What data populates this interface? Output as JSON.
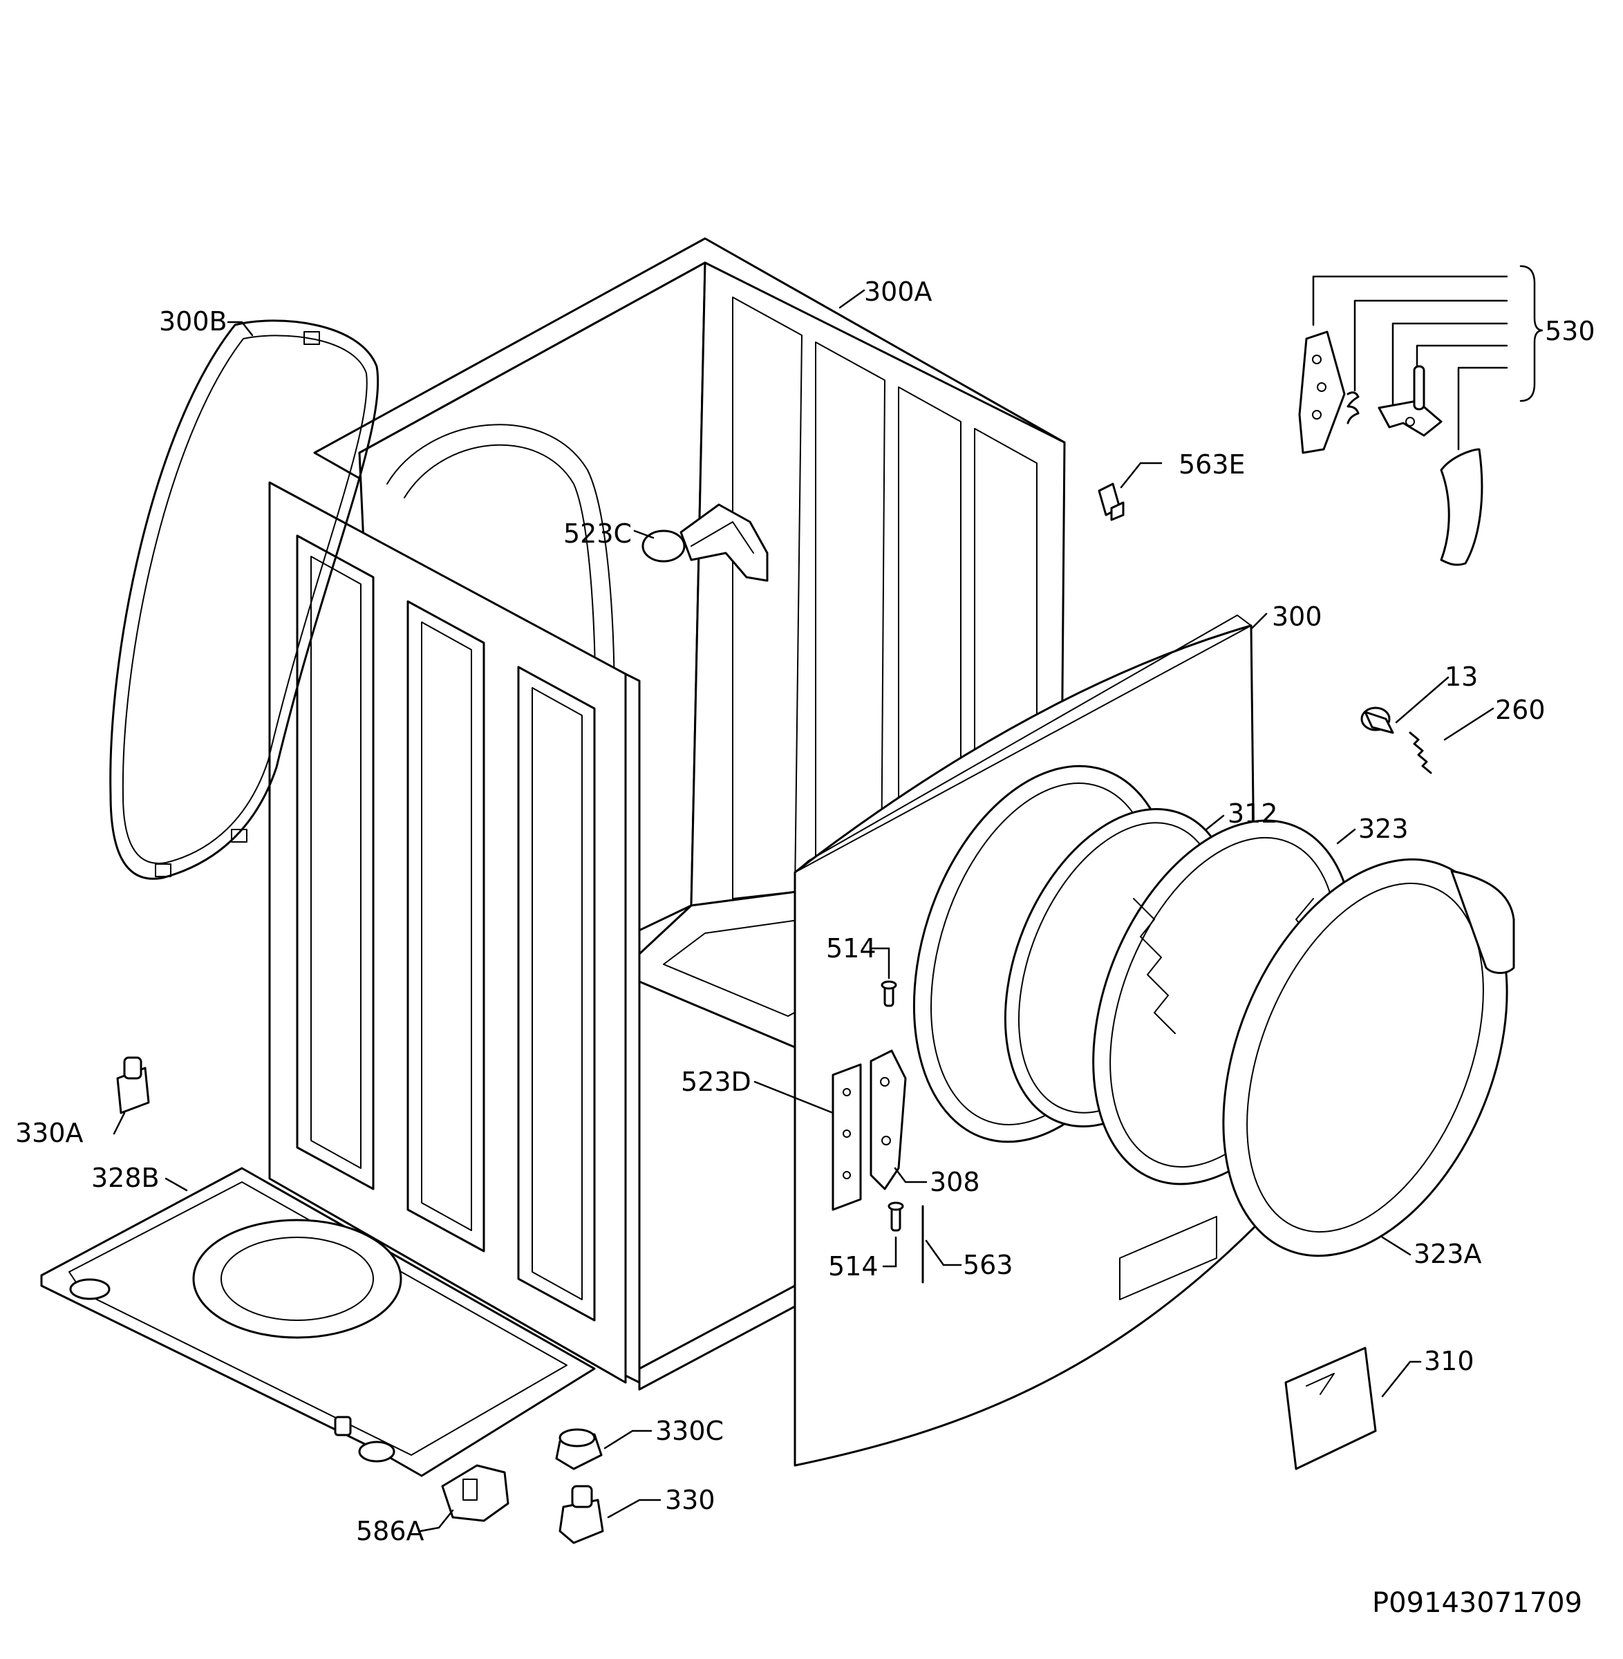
{
  "diagram": {
    "reference_code": "P09143071709",
    "callouts": {
      "c300B": "300B",
      "c300A": "300A",
      "c530": "530",
      "c563E": "563E",
      "c523C": "523C",
      "c300": "300",
      "c13": "13",
      "c260": "260",
      "c312": "312",
      "c323": "323",
      "c514top": "514",
      "c523D": "523D",
      "c308": "308",
      "c330A": "330A",
      "c328B": "328B",
      "c514bottom": "514",
      "c563": "563",
      "c323A": "323A",
      "c310": "310",
      "c330C": "330C",
      "c330": "330",
      "c586A": "586A"
    },
    "colors": {
      "line": "#000000",
      "background": "#ffffff"
    }
  }
}
